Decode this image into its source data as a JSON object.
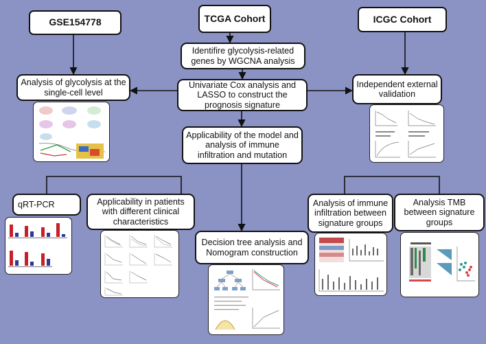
{
  "cohorts": {
    "geo": "GSE154778",
    "tcga": "TCGA Cohort",
    "icgc": "ICGC Cohort"
  },
  "steps": {
    "wgcna": "Identifire glycolysis-related genes by WGCNA analysis",
    "cox": "Univariate Cox analysis and LASSO to construct the prognosis signature",
    "single_cell": "Analysis of glycolysis at the single-cell level",
    "external": "Independent external validation",
    "applicability": "Applicability of the model and analysis of immune infiltration and mutation",
    "qrtpcr": "qRT-PCR",
    "clinical": "Applicability in patients with different clinical characteristics",
    "decision_tree": "Decision tree analysis and Nomogram construction",
    "immune": "Analysis of immune infiltration between signature groups",
    "tmb": "Analysis TMB between signature groups"
  },
  "colors": {
    "background": "#8b93c5",
    "bar_red": "#c8202a",
    "bar_blue": "#2b3a8f"
  }
}
